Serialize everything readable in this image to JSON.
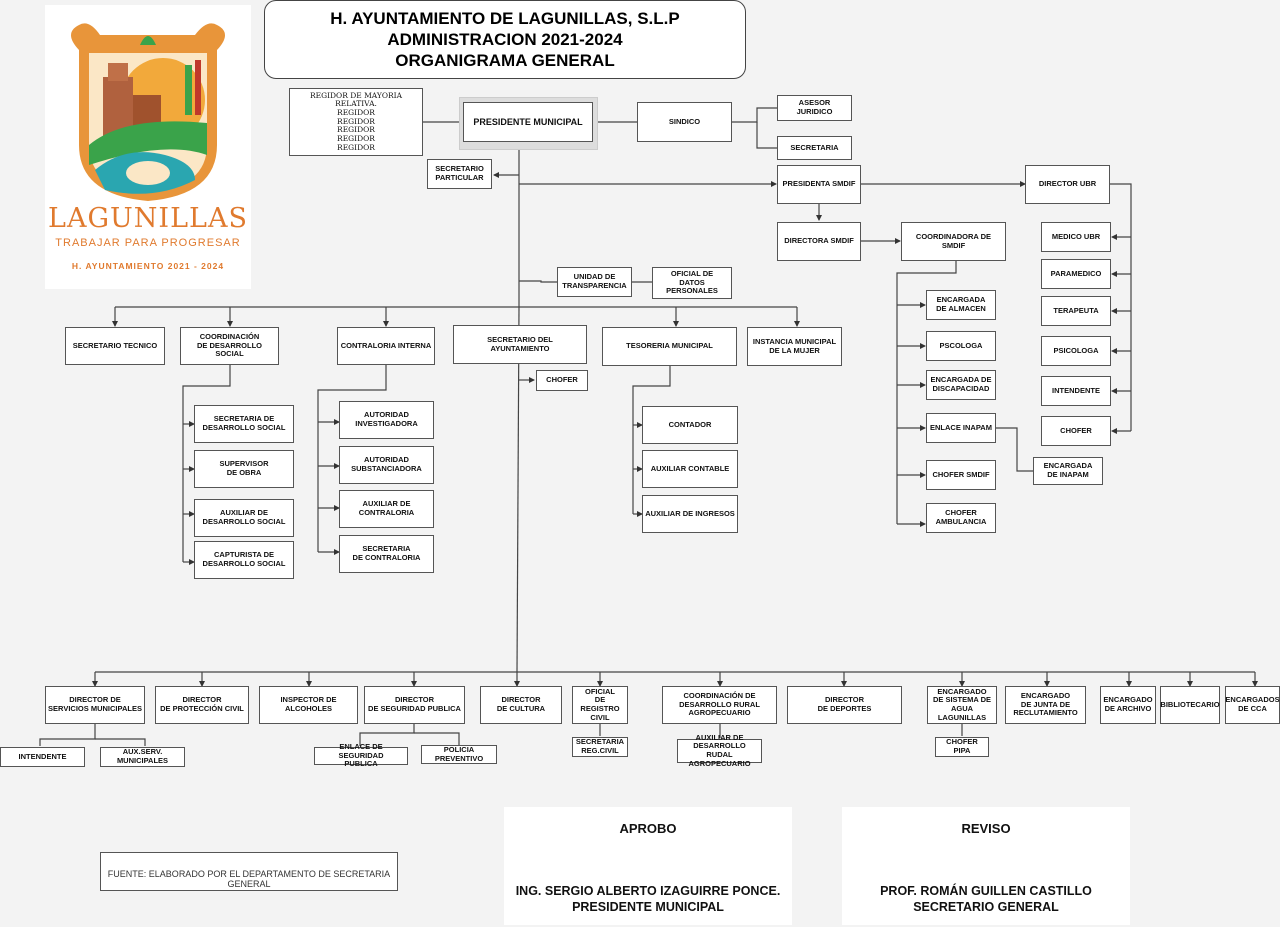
{
  "header": {
    "line1": "H. AYUNTAMIENTO DE LAGUNILLAS, S.L.P",
    "line2": "ADMINISTRACION 2021-2024",
    "line3": "ORGANIGRAMA GENERAL"
  },
  "logo": {
    "name": "LAGUNILLAS",
    "slogan": "TRABAJAR PARA PROGRESAR",
    "ayuntamiento": "H. AYUNTAMIENTO 2021 - 2024",
    "colors": {
      "orange": "#e8953a",
      "green": "#3aa34a",
      "teal": "#2aa6b0",
      "brown": "#a0522d",
      "red": "#c0392b"
    }
  },
  "nodes": {
    "regidores": "REGIDOR DE MAYORIA RELATIVA.\nREGIDOR\nREGIDOR\nREGIDOR\nREGIDOR\nREGIDOR",
    "presidente": "PRESIDENTE MUNICIPAL",
    "sindico": "SINDICO",
    "asesor": "ASESOR JURIDICO",
    "secretaria_sindico": "SECRETARIA",
    "sec_particular": "SECRETARIO\nPARTICULAR",
    "presidenta_smdif": "PRESIDENTA  SMDIF",
    "director_ubr": "DIRECTOR UBR",
    "directora_smdif": "DIRECTORA SMDIF",
    "coord_smdif": "COORDINADORA DE SMDIF",
    "medico_ubr": "MEDICO UBR",
    "paramedico": "PARAMEDICO",
    "terapeuta": "TERAPEUTA",
    "psicologa_ubr": "PSICOLOGA",
    "intendente_ubr": "INTENDENTE",
    "chofer_ubr": "CHOFER",
    "encargada_almacen": "ENCARGADA\nDE ALMACEN",
    "pscologa": "PSCOLOGA",
    "encargada_discapacidad": "ENCARGADA DE\nDISCAPACIDAD",
    "enlace_inapam": "ENLACE INAPAM",
    "encargada_inapam": "ENCARGADA\nDE INAPAM",
    "chofer_smdif": "CHOFER SMDIF",
    "chofer_ambulancia": "CHOFER\nAMBULANCIA",
    "unidad_transparencia": "UNIDAD DE\nTRANSPARENCIA",
    "oficial_datos": "OFICIAL DE\nDATOS PERSONALES",
    "secretario_tecnico": "SECRETARIO TECNICO",
    "coord_desarrollo_social": "COORDINACIÓN\nDE DESARROLLO SOCIAL",
    "contraloria": "CONTRALORIA INTERNA",
    "secretario_ayuntamiento": "SECRETARIO DEL\nAYUNTAMIENTO",
    "chofer_sec": "CHOFER",
    "tesoreria": "TESORERIA MUNICIPAL",
    "instancia_mujer": "INSTANCIA MUNICIPAL\nDE LA MUJER",
    "secretaria_desarrollo": "SECRETARIA DE\nDESARROLLO SOCIAL",
    "supervisor_obra": "SUPERVISOR\nDE OBRA",
    "auxiliar_desarrollo": "AUXILIAR DE\nDESARROLLO SOCIAL",
    "capturista": "CAPTURISTA DE\nDESARROLLO SOCIAL",
    "autoridad_investigadora": "AUTORIDAD\nINVESTIGADORA",
    "autoridad_substanciadora": "AUTORIDAD\nSUBSTANCIADORA",
    "auxiliar_contraloria": "AUXILIAR DE\nCONTRALORIA",
    "secretaria_contraloria": "SECRETARIA\nDE CONTRALORIA",
    "contador": "CONTADOR",
    "auxiliar_contable": "AUXILIAR CONTABLE",
    "auxiliar_ingresos": "AUXILIAR DE INGRESOS",
    "dir_servicios": "DIRECTOR DE\nSERVICIOS MUNICIPALES",
    "dir_proteccion": "DIRECTOR\nDE PROTECCIÓN CIVIL",
    "inspector_alcoholes": "INSPECTOR DE\nALCOHOLES",
    "dir_seguridad": "DIRECTOR\nDE SEGURIDAD PUBLICA",
    "dir_cultura": "DIRECTOR\nDE CULTURA",
    "oficial_registro": "OFICIAL\nDE REGISTRO\nCIVIL",
    "coord_rural": "COORDINACIÓN DE\nDESARROLLO RURAL\nAGROPECUARIO",
    "dir_deportes": "DIRECTOR\nDE DEPORTES",
    "enc_agua": "ENCARGADO\nDE SISTEMA DE\nAGUA LAGUNILLAS",
    "enc_junta": "ENCARGADO\nDE JUNTA DE\nRECLUTAMIENTO",
    "enc_archivo": "ENCARGADO\nDE ARCHIVO",
    "bibliotecario": "BIBLIOTECARIO",
    "enc_cca": "ENCARGADOS\nDE CCA",
    "intendente_serv": "INTENDENTE",
    "aux_serv": "AUX.SERV.\nMUNICIPALES",
    "enlace_seguridad": "ENLACE DE SEGURIDAD\nPUBLICA",
    "policia": "POLICIA\nPREVENTIVO",
    "secretaria_regcivil": "SECRETARIA\nREG.CIVIL",
    "aux_rural": "AUXILIAR DE\nDESARROLLO RUDAL\nAGROPECUARIO",
    "chofer_pipa": "CHOFER PIPA"
  },
  "signatures": {
    "aprobo_label": "APROBO",
    "aprobo_name": "ING. SERGIO ALBERTO IZAGUIRRE PONCE.\nPRESIDENTE MUNICIPAL",
    "reviso_label": "REVISO",
    "reviso_name": "PROF. ROMÁN GUILLEN CASTILLO\nSECRETARIO GENERAL"
  },
  "fuente": "FUENTE: ELABORADO POR EL DEPARTAMENTO DE SECRETARIA GENERAL"
}
